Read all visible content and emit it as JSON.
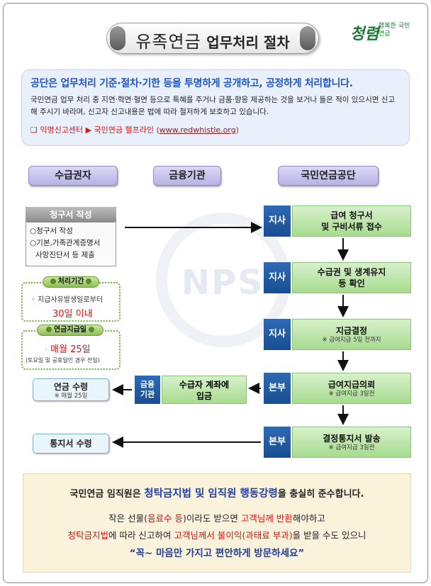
{
  "header": {
    "title_part1": "유족연금",
    "title_part2": "업무처리 절차",
    "logo_main": "청렴",
    "logo_sub": "행복한 국민연금"
  },
  "notice": {
    "headline": "공단은 업무처리 기준·절차·기한 등을 투명하게 공개하고, 공정하게 처리합니다.",
    "body": "국민연금 업무 처리 중 지연·학연·혈연 등으로 특혜를 주거나 금품·향응 제공하는 것을 보거나 들은 적이 있으시면 신고해 주시기 바라며, 신고자 신고내용은 법에 따라 철저하게 보호하고 있습니다.",
    "hotline_prefix": "❑ 익명신고센터 ▶ 국민연금 헬프라인 (",
    "hotline_url": "www.redwhistle.org",
    "hotline_suffix": ")"
  },
  "columns": {
    "recipient": "수급권자",
    "bank": "금융기관",
    "nps": "국민연금공단"
  },
  "watermark": "NPS",
  "claim": {
    "title": "청구서 작성",
    "items": [
      "○청구서 작성",
      "○기본,가족관계증명서",
      "사망진단서 등 제출"
    ]
  },
  "processing": {
    "label": "처리기간",
    "desc": "지급사유발생일로부터",
    "period": "30일 이내"
  },
  "payday": {
    "label": "연금지급일",
    "value": "매월 25일",
    "note": "(토요일 및 공휴일인 경우 전일)"
  },
  "receive": {
    "title": "연금 수령",
    "sub": "※ 매월 25일"
  },
  "notice_receive": {
    "title": "통지서 수령"
  },
  "bank_step": {
    "tag_line1": "금융",
    "tag_line2": "기관",
    "line1": "수급자 계좌에",
    "line2": "입금"
  },
  "steps": [
    {
      "tag": "지사",
      "line1": "급여 청구서",
      "line2": "및 구비서류 접수",
      "sub": ""
    },
    {
      "tag": "지사",
      "line1": "수급권 및 생계유지",
      "line2": "등 확인",
      "sub": ""
    },
    {
      "tag": "지사",
      "line1": "지급결정",
      "line2": "",
      "sub": "※ 급여지급 5일 전까지"
    },
    {
      "tag": "본부",
      "line1": "급여지급의뢰",
      "line2": "",
      "sub": "※ 급여지급 3일전"
    },
    {
      "tag": "본부",
      "line1": "결정통지서 발송",
      "line2": "",
      "sub": "※ 급여지급 3일전"
    }
  ],
  "bottom": {
    "l1_a": "국민연금 임직원은 ",
    "l1_b": "청탁금지법 및 임직원 행동강령",
    "l1_c": "을 충실히 준수합니다.",
    "l2_a": "작은 선물(",
    "l2_b": "음료수 등",
    "l2_c": ")이라도 받으면 ",
    "l2_d": "고객님께 반환",
    "l2_e": "해야하고",
    "l3_a": "청탁금지법",
    "l3_b": "에 따라 신고하여 ",
    "l3_c": "고객님께서 불이익(과태료 부과)",
    "l3_d": "을 받을 수도 있으니",
    "l4": "“꼭~ 마음만 가지고 편안하게 방문하세요”"
  },
  "colors": {
    "accent_blue": "#1f57c8",
    "process_tag": "#174e92",
    "process_body": "#a6dc8e",
    "header_purple": "#b8b2e6",
    "warning_red": "#dd1111"
  }
}
